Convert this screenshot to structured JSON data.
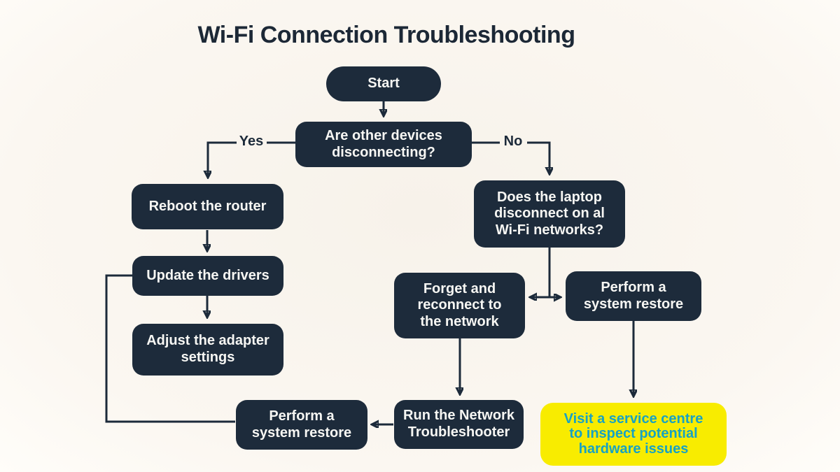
{
  "title": "Wi-Fi Connection Troubleshooting",
  "colors": {
    "background": "#f7f2ea",
    "node_bg": "#1d2b3b",
    "node_text": "#f6f6f3",
    "title_color": "#1c2836",
    "line_color": "#1c2a3a",
    "highlight_bg": "#f8ec00",
    "highlight_text": "#17a2c4"
  },
  "nodes": {
    "start": {
      "label": "Start"
    },
    "q_devices": {
      "label": "Are other devices\ndisconnecting?"
    },
    "reboot": {
      "label": "Reboot the router"
    },
    "update": {
      "label": "Update the drivers"
    },
    "adjust": {
      "label": "Adjust the adapter\nsettings"
    },
    "q_laptop": {
      "label": "Does the laptop\ndisconnect on al\nWi-Fi networks?"
    },
    "forget": {
      "label": "Forget and\nreconnect to\nthe network"
    },
    "restore_right": {
      "label": "Perform a\nsystem restore"
    },
    "run_troubleshooter": {
      "label": "Run the Network\nTroubleshooter"
    },
    "restore_bottom": {
      "label": "Perform a\nsystem restore"
    },
    "service_centre": {
      "label": "Visit a service centre\nto inspect potential\nhardware issues"
    }
  },
  "edges": {
    "yes_label": "Yes",
    "no_label": "No"
  }
}
